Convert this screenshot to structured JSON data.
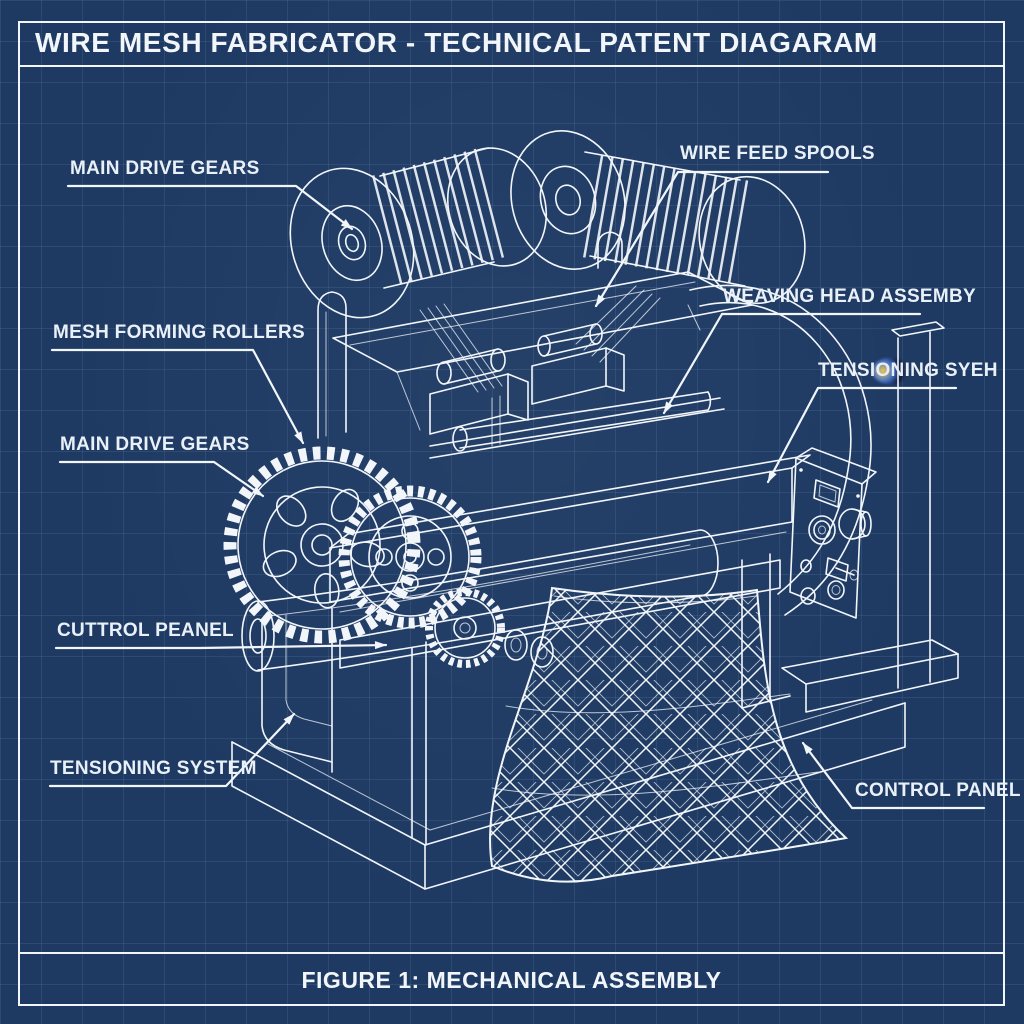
{
  "header": {
    "title": "WIRE MESH FABRICATOR - TECHNICAL PATENT DIAGARAM"
  },
  "footer": {
    "caption": "FIGURE 1: MECHANICAL ASSEMBLY"
  },
  "colors": {
    "background": "#1e3a63",
    "grid_line": "rgba(150,185,225,0.12)",
    "line": "#f2f6fb",
    "label_text": "#e9f0f8"
  },
  "diagram": {
    "machine_name": "Wire Mesh Fabricator",
    "style": "white line-art blueprint on navy grid",
    "labels": [
      {
        "id": "main-drive-gears-top",
        "text": "MAIN DRIVE GEARS"
      },
      {
        "id": "wire-feed-spools",
        "text": "WIRE FEED SPOOLS"
      },
      {
        "id": "mesh-forming-rollers",
        "text": "MESH FORMING ROLLERS"
      },
      {
        "id": "weaving-head-assembly",
        "text": "WEAVING HEAD ASSEMBY"
      },
      {
        "id": "tensioning-syeh",
        "text": "TENSIONING SYEH",
        "segments": {
          "pre": "TENSI",
          "glitch": "ON",
          "post": "ING SYEH"
        }
      },
      {
        "id": "main-drive-gears-left",
        "text": "MAIN DRIVE GEARS"
      },
      {
        "id": "cuttrol-peanel",
        "text": "CUTTROL PEANEL"
      },
      {
        "id": "tensioning-system",
        "text": "TENSIONING SYSTEM"
      },
      {
        "id": "control-panel",
        "text": "CONTROL PANEL"
      }
    ],
    "figure_number": "1"
  }
}
